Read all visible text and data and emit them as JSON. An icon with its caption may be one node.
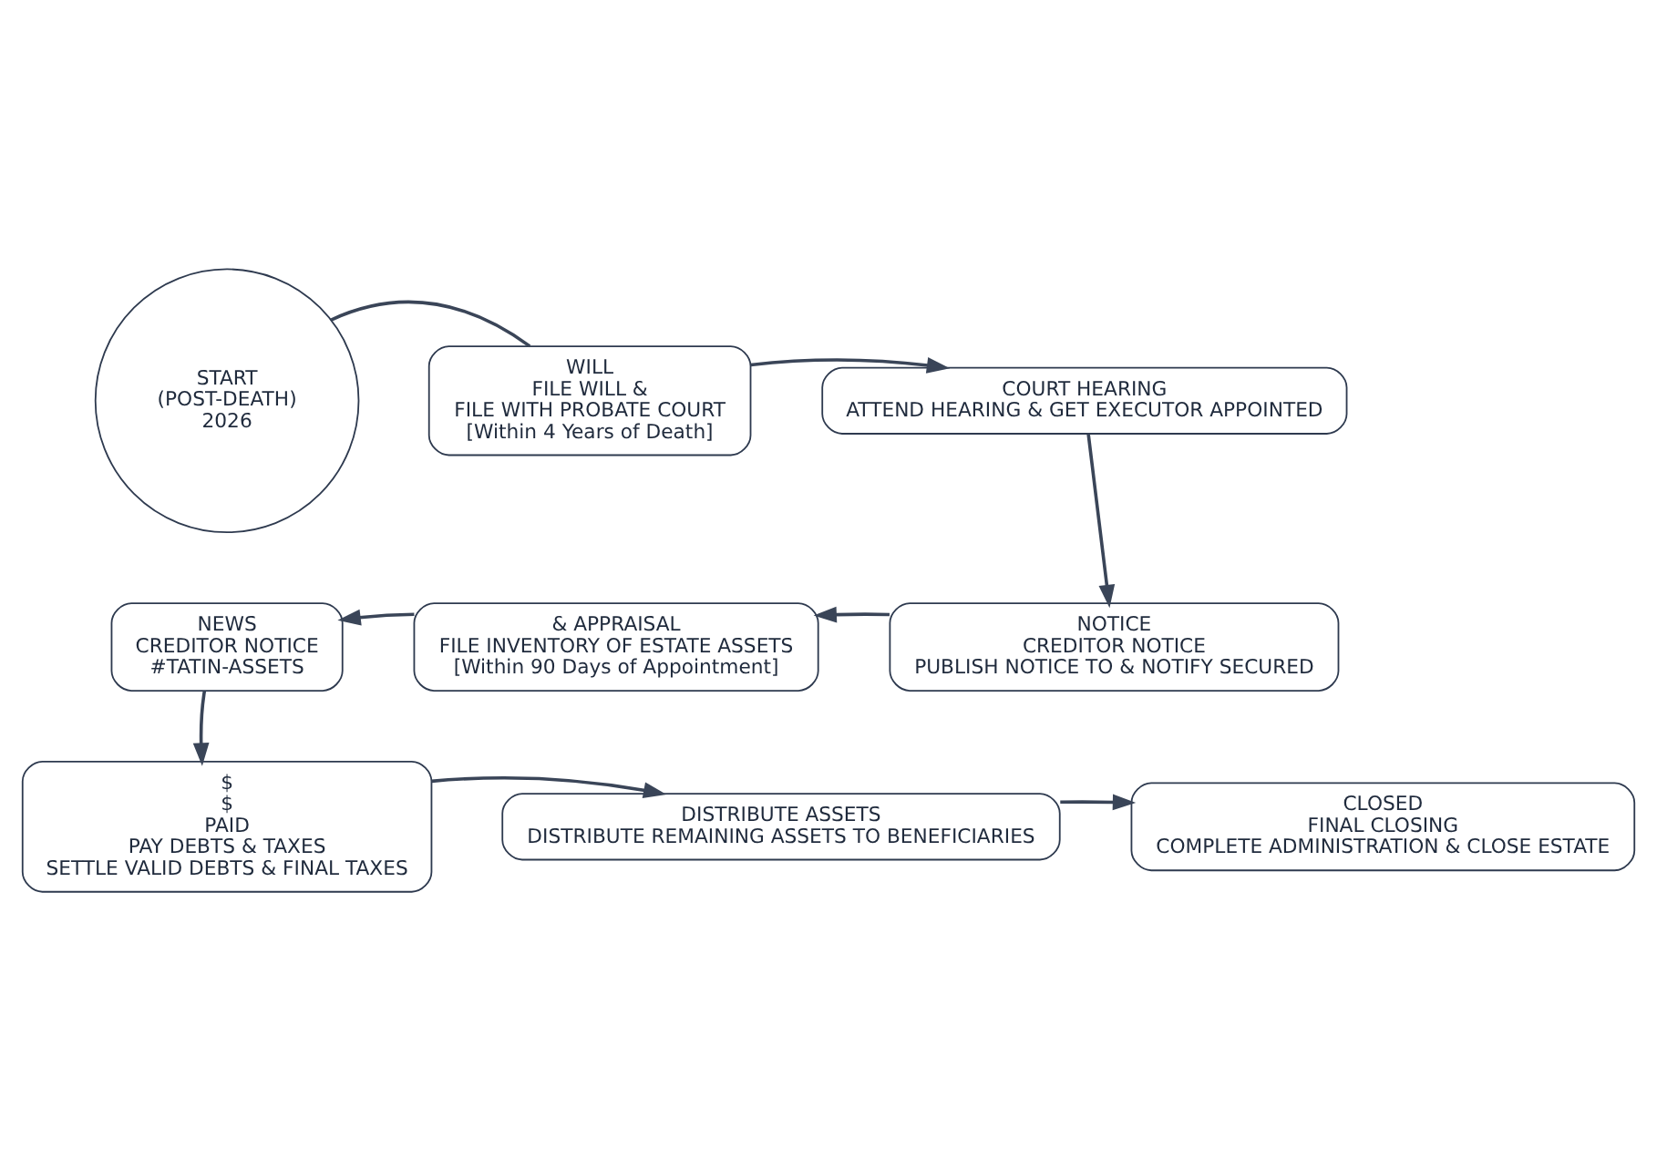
{
  "diagram": {
    "nodes": [
      {
        "text": [
          "START",
          "(POST-DEATH)",
          "2026"
        ]
      },
      {
        "text": [
          "WILL",
          "FILE WILL &",
          "FILE WITH PROBATE COURT",
          "[Within 4 Years of Death]"
        ]
      },
      {
        "text": [
          "COURT HEARING",
          "ATTEND HEARING & GET EXECUTOR APPOINTED"
        ]
      },
      {
        "text": [
          "NEWS",
          "CREDITOR NOTICE",
          "#TATIN-ASSETS"
        ]
      },
      {
        "text": [
          "& APPRAISAL",
          "FILE INVENTORY OF ESTATE ASSETS",
          "[Within 90 Days of Appointment]"
        ]
      },
      {
        "text": [
          "NOTICE",
          "CREDITOR NOTICE",
          "PUBLISH NOTICE TO & NOTIFY SECURED"
        ]
      },
      {
        "text": [
          "$",
          "$",
          "PAID",
          "PAY DEBTS & TAXES",
          "SETTLE VALID DEBTS & FINAL TAXES"
        ]
      },
      {
        "text": [
          "DISTRIBUTE ASSETS",
          "DISTRIBUTE REMAINING ASSETS TO BENEFICIARIES"
        ]
      },
      {
        "text": [
          "CLOSED",
          "FINAL CLOSING",
          "COMPLETE ADMINISTRATION & CLOSE ESTATE"
        ]
      }
    ],
    "edges": [
      {
        "from": 0,
        "to": 1,
        "arrow": "none"
      },
      {
        "from": 1,
        "to": 2,
        "arrow": "to"
      },
      {
        "from": 2,
        "to": 5,
        "arrow": "to"
      },
      {
        "from": 5,
        "to": 4,
        "arrow": "to"
      },
      {
        "from": 4,
        "to": 3,
        "arrow": "to"
      },
      {
        "from": 3,
        "to": 6,
        "arrow": "to"
      },
      {
        "from": 6,
        "to": 7,
        "arrow": "to"
      },
      {
        "from": 7,
        "to": 8,
        "arrow": "to"
      }
    ]
  }
}
